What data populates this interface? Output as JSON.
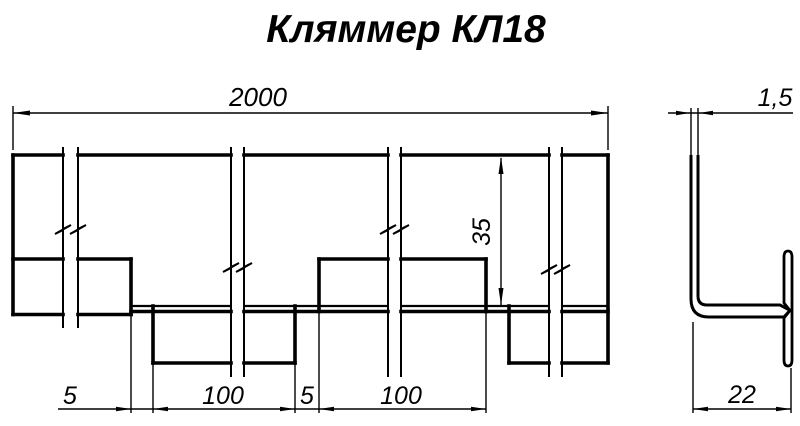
{
  "title": "Кляммер КЛ18",
  "front_view": {
    "dim_total_length": "2000",
    "dim_face_height": "35",
    "dim_gap_left": "5",
    "dim_tab_low": "100",
    "dim_gap_right": "5",
    "dim_tab_up": "100"
  },
  "side_view": {
    "dim_thickness": "1,5",
    "dim_base_width": "22"
  },
  "colors": {
    "line": "#000000",
    "background": "#ffffff"
  }
}
